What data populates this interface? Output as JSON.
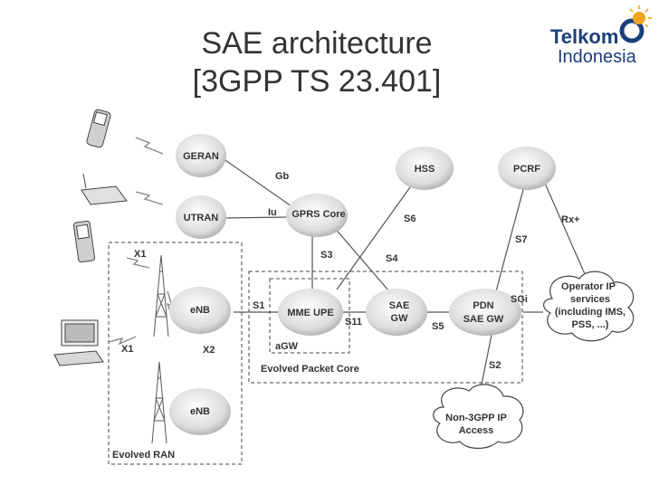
{
  "title": {
    "line1": "SAE architecture",
    "line2": "[3GPP TS 23.401]"
  },
  "logo": {
    "word1": "Telkom",
    "word2": "Indonesia",
    "colors": {
      "text": "#1d3e7b",
      "ring": "#f2a51b",
      "sun": "#f7b731"
    }
  },
  "nodes": {
    "geran": "GERAN",
    "utran": "UTRAN",
    "gprs_core": "GPRS Core",
    "hss": "HSS",
    "pcrf": "PCRF",
    "enb_top": "eNB",
    "enb_bottom": "eNB",
    "mme_upe": "MME UPE",
    "sae_gw": [
      "SAE",
      "GW"
    ],
    "pdn_sae_gw": [
      "PDN",
      "SAE GW"
    ],
    "operator_ip": [
      "Operator IP",
      "services",
      "(including IMS,",
      "PSS, ...)"
    ],
    "non3gpp": [
      "Non-3GPP IP",
      "Access"
    ]
  },
  "interfaces": {
    "gb": "Gb",
    "iu": "Iu",
    "s3": "S3",
    "s4": "S4",
    "s6": "S6",
    "s7": "S7",
    "rx": "Rx+",
    "s1": "S1",
    "s11": "S11",
    "s5": "S5",
    "sgi": "SGi",
    "s2": "S2",
    "x1_top": "X1",
    "x1_bottom": "X1",
    "x2": "X2"
  },
  "regions": {
    "agw": "aGW",
    "epc": "Evolved Packet Core",
    "eran": "Evolved RAN"
  },
  "icons": [
    "mobile-phone-icon",
    "wireless-router-icon",
    "laptop-icon",
    "antenna-tower-icon",
    "lightning-signal-icon"
  ]
}
